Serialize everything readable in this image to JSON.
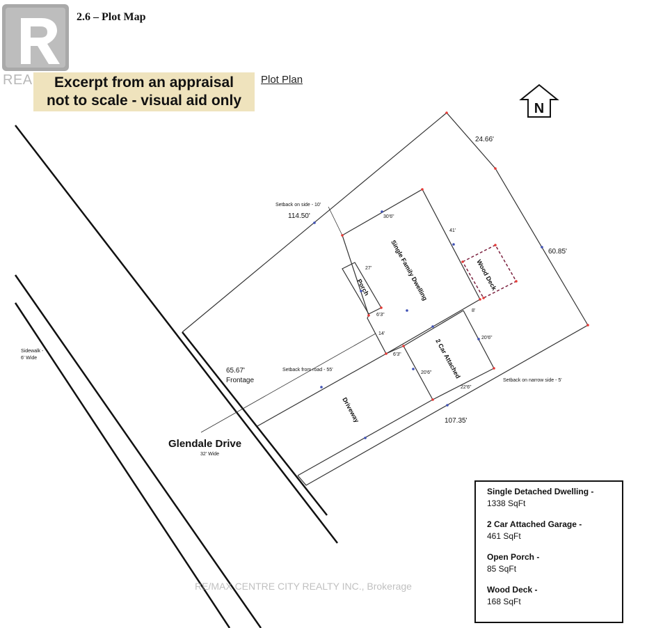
{
  "header": {
    "section_title": "2.6 – Plot Map",
    "logo_text": "REALTOR®",
    "excerpt_line1": "Excerpt from an appraisal",
    "excerpt_line2": "not to scale - visual aid only",
    "plot_plan_title": "Plot Plan",
    "north_letter": "N"
  },
  "labels": {
    "top_side": "24.66'",
    "left_side": "114.50'",
    "right_side": "60.85'",
    "bottom_side": "107.35'",
    "frontage_value": "65.67'",
    "frontage_word": "Frontage",
    "setback_side": "Setback on side - 10'",
    "setback_road": "Setback from road - 55'",
    "setback_narrow": "Setback on narrow side - 5'",
    "house_width": "30'6\"",
    "house_depth": "41'",
    "house_name": "Single Family Dwelling",
    "deck_name": "Wood Deck",
    "porch_name": "Porch",
    "porch_len": "27'",
    "porch_width": "6'3\"",
    "house_offset": "14'",
    "front_offset": "6'3\"",
    "back_offset": "8'",
    "garage_name": "2 Car Attached",
    "garage_side_right": "20'6\"",
    "garage_side_left": "20'6\"",
    "garage_width": "22'6\"",
    "driveway": "Driveway",
    "street_name": "Glendale Drive",
    "street_width": "32' Wide",
    "sidewalk_line1": "Sidewalk -",
    "sidewalk_line2": "6' Wide"
  },
  "legend": [
    {
      "label": "Single Detached Dwelling -",
      "value": "1338 SqFt"
    },
    {
      "label": "2 Car Attached Garage -",
      "value": "461 SqFt"
    },
    {
      "label": "Open Porch -",
      "value": "85 SqFt"
    },
    {
      "label": "Wood Deck -",
      "value": "168 SqFt"
    }
  ],
  "watermark": "RE/MAX CENTRE CITY REALTY INC., Brokerage",
  "colors": {
    "excerpt_bg": "#efe3bd",
    "corner_marker": "#e53935",
    "mid_marker": "#3f51b5",
    "logo_gray": "#b8b8b8"
  }
}
